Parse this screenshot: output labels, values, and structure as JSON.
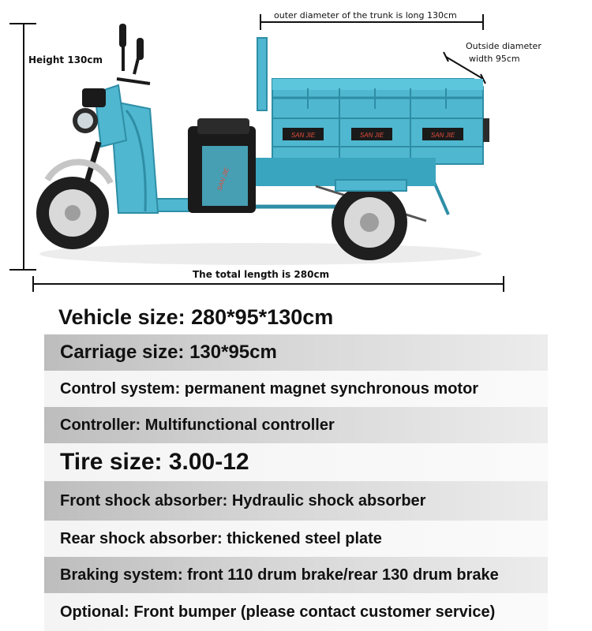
{
  "dimensions": {
    "trunk_length": "outer diameter of the trunk is long 130cm",
    "width_line1": "Outside diameter",
    "width_line2": "width 95cm",
    "height": "Height 130cm",
    "total_length": "The total length is 280cm"
  },
  "vehicle_size": "Vehicle size: 280*95*130cm",
  "specs": [
    "Carriage size: 130*95cm",
    "Control system: permanent magnet synchronous motor",
    "Controller: Multifunctional controller",
    "Tire size: 3.00-12",
    "Front shock absorber: Hydraulic shock absorber",
    "Rear shock absorber: thickened steel plate",
    "Braking system: front 110 drum brake/rear 130 drum brake",
    "Optional: Front bumper (please contact customer service)"
  ],
  "decal_text": [
    "SAN JIE",
    "SAN JIE",
    "SAN JIE",
    "SAN JIE"
  ],
  "colors": {
    "body": "#4fb7cf",
    "frame": "#2e8ea6",
    "black": "#1a1a1a"
  }
}
